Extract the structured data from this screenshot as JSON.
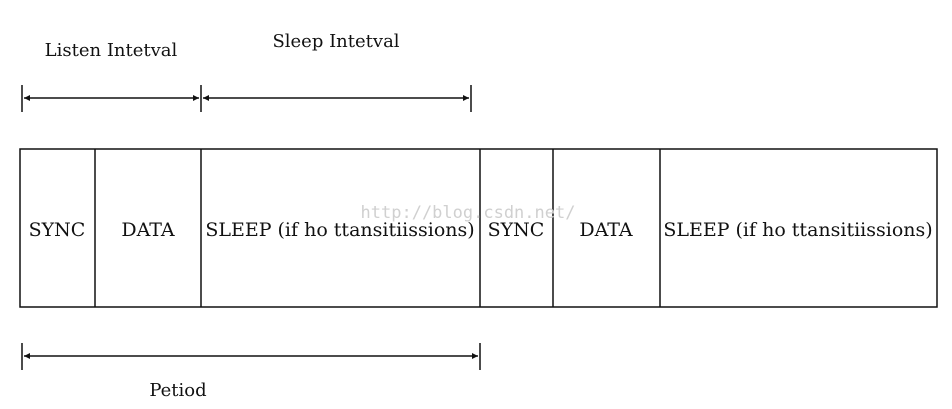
{
  "labels": {
    "listen_interval": "Listen Intetval",
    "sleep_interval": "Sleep Intetval",
    "period": "Petiod"
  },
  "cells": [
    {
      "label": "SYNC"
    },
    {
      "label": "DATA"
    },
    {
      "label": "SLEEP (if ho ttansitiissions)"
    },
    {
      "label": "SYNC"
    },
    {
      "label": "DATA"
    },
    {
      "label": "SLEEP (if ho ttansitiissions)"
    }
  ],
  "watermark": "http://blog.csdn.net/"
}
